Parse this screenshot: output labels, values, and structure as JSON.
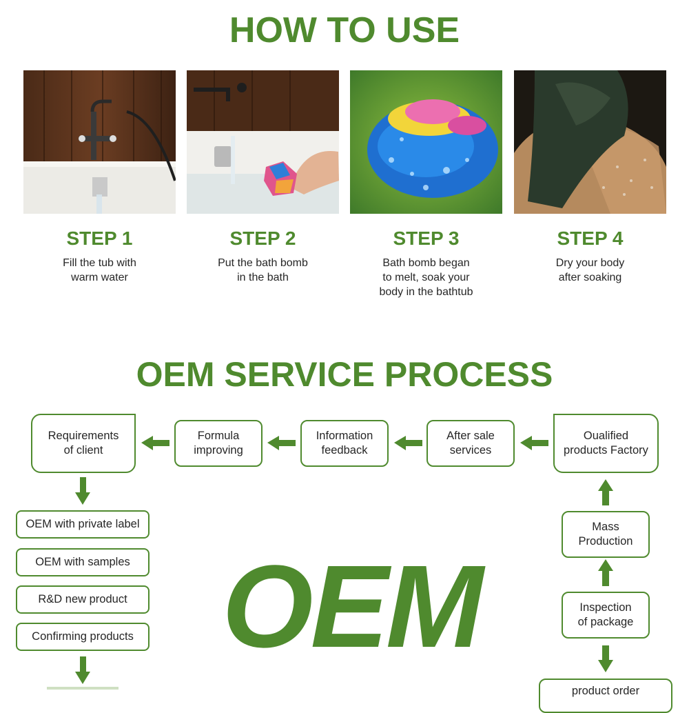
{
  "how_to_use": {
    "title": "HOW TO USE",
    "steps": [
      {
        "title": "STEP 1",
        "text": "Fill the tub with\nwarm water"
      },
      {
        "title": "STEP 2",
        "text": "Put the bath bomb\nin the bath"
      },
      {
        "title": "STEP 3",
        "text": "Bath bomb began\nto melt, soak your\nbody in the bathtub"
      },
      {
        "title": "STEP 4",
        "text": "Dry your body\nafter soaking"
      }
    ]
  },
  "oem_process": {
    "title": "OEM SERVICE PROCESS",
    "watermark": "OEM",
    "top_row": {
      "requirements": "Requirements\nof client",
      "formula": "Formula\nimproving",
      "feedback": "Information\nfeedback",
      "after_sale": "After sale\nservices",
      "qualified": "Oualified\nproducts Factory"
    },
    "left_column": {
      "private_label": "OEM with private label",
      "samples": "OEM with samples",
      "rd": "R&D new product",
      "confirming": "Confirming products"
    },
    "right_column": {
      "mass_production": "Mass\nProduction",
      "inspection": "Inspection\nof package",
      "product_order": "product order"
    }
  },
  "colors": {
    "accent_green": "#4f8a2e",
    "text": "#262626"
  }
}
